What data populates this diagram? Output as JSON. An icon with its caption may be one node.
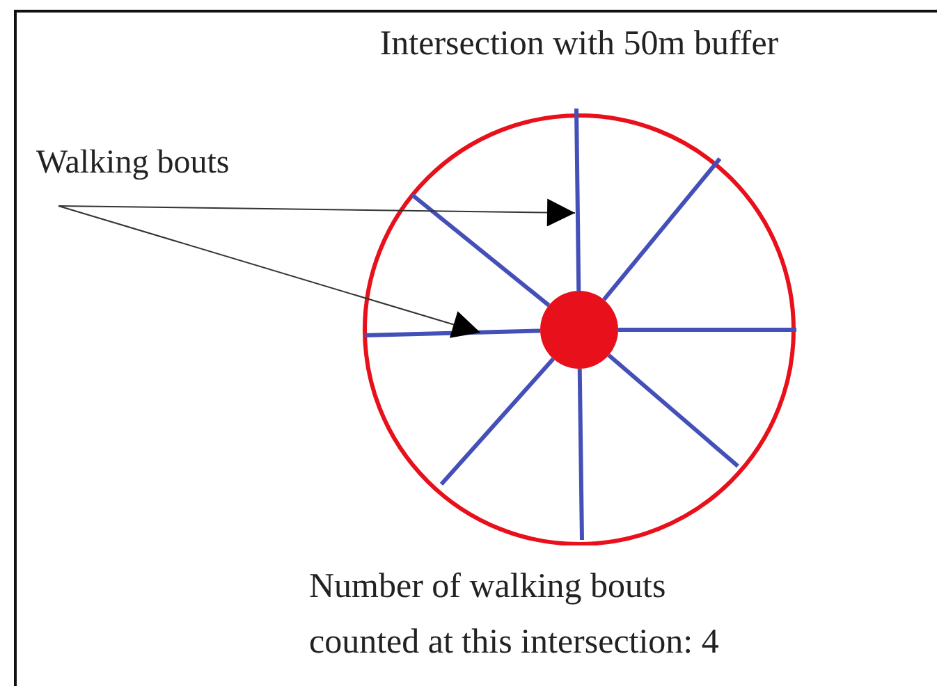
{
  "diagram": {
    "nodes": [
      {
        "text": [
          "Intersection with 50m buffer"
        ]
      },
      {
        "text": [
          "Walking bouts"
        ]
      },
      {
        "text": [],
        "shape": "line",
        "in": 0
      },
      {
        "text": [],
        "shape": "line",
        "in": 0
      }
    ],
    "edges": [
      {
        "from": 1,
        "to": 2,
        "arrow": "to"
      },
      {
        "from": 1,
        "to": 3,
        "arrow": "to"
      }
    ],
    "labels": [
      "Number of walking bouts counted at this intersection: 4"
    ]
  }
}
